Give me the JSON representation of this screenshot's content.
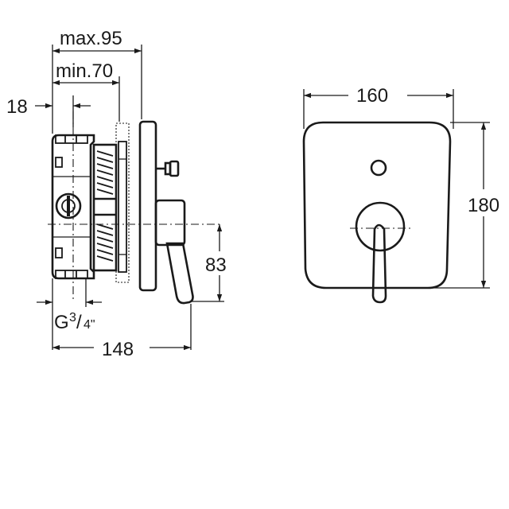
{
  "dimensions": {
    "max_depth": "max.95",
    "min_depth": "min.70",
    "offset": "18",
    "thread_main": "G",
    "thread_num": "3",
    "thread_den": "4\"",
    "total_depth": "148",
    "handle_height": "83",
    "plate_width": "160",
    "plate_height": "180"
  }
}
